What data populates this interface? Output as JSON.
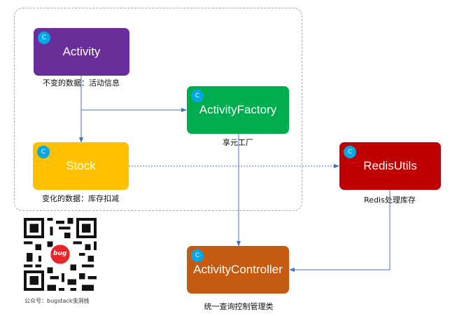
{
  "nodes": {
    "activity": {
      "label": "Activity",
      "badge": "C",
      "caption": "不变的数据：活动信息",
      "color": "#6a2e9a"
    },
    "activity_factory": {
      "label": "ActivityFactory",
      "badge": "C",
      "caption": "享元工厂",
      "color": "#00ad4e"
    },
    "stock": {
      "label": "Stock",
      "badge": "C",
      "caption": "变化的数据：库存扣减",
      "color": "#ffc000"
    },
    "redis_utils": {
      "label": "RedisUtils",
      "badge": "C",
      "caption": "Redis处理库存",
      "color": "#c00000"
    },
    "activity_controller": {
      "label": "ActivityController",
      "badge": "C",
      "caption": "统一查询控制管理类",
      "color": "#c55a11"
    }
  },
  "edges": [
    {
      "from": "activity",
      "to": "activity_factory",
      "style": "solid"
    },
    {
      "from": "activity",
      "to": "stock",
      "style": "solid"
    },
    {
      "from": "stock",
      "to": "redis_utils",
      "style": "dotted"
    },
    {
      "from": "activity_factory",
      "to": "activity_controller",
      "style": "solid"
    },
    {
      "from": "redis_utils",
      "to": "activity_controller",
      "style": "solid"
    }
  ],
  "watermark": {
    "qr_logo_text": "bug",
    "caption": "公众号：bugstack虫洞栈"
  },
  "colors": {
    "edge": "#4472c4",
    "badge": "#00a8e8",
    "frame": "#a8a8a8"
  }
}
